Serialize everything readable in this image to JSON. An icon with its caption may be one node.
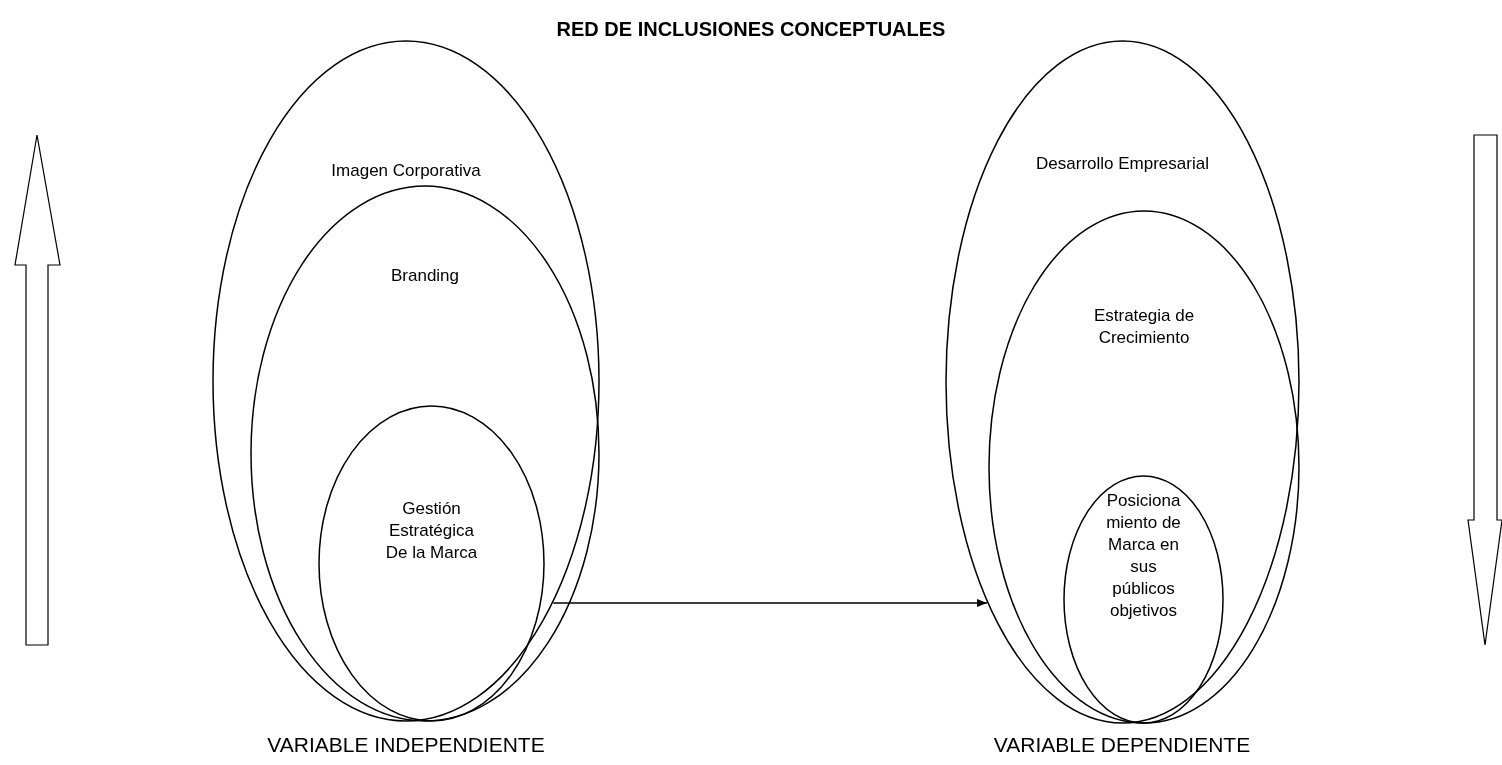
{
  "diagram": {
    "title": "RED DE INCLUSIONES CONCEPTUALES",
    "nodes": [
      {
        "text": [
          "Imagen Corporativa"
        ]
      },
      {
        "text": [
          "Branding"
        ],
        "in": 0
      },
      {
        "text": [
          "Gestión Estratégica De la Marca"
        ],
        "in": 1
      },
      {
        "text": [
          "Desarrollo Empresarial"
        ]
      },
      {
        "text": [
          "Estrategia de Crecimiento"
        ],
        "in": 3
      },
      {
        "text": [
          "Posiciona miento de Marca en sus públicos objetivos"
        ],
        "in": 4
      }
    ],
    "edges": [
      {
        "from": 0,
        "to": 3,
        "arrow": "to"
      }
    ],
    "labels": [
      "VARIABLE INDEPENDIENTE",
      "VARIABLE DEPENDIENTE"
    ]
  }
}
